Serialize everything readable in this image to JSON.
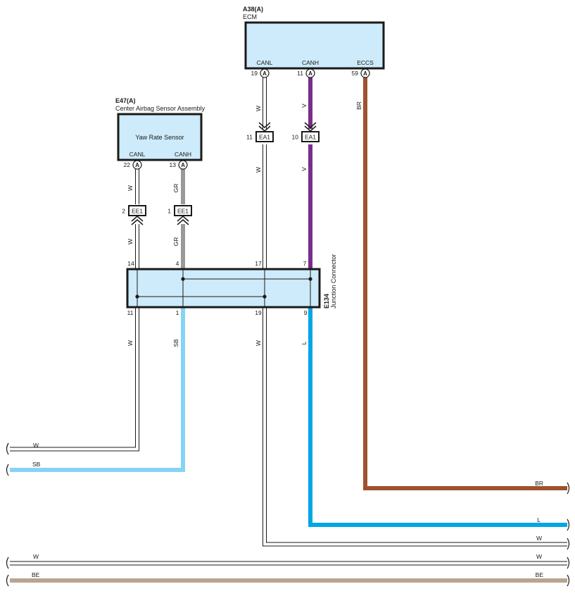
{
  "colors": {
    "W": "#ffffff",
    "V": "#7b2d8b",
    "BR": "#a0522d",
    "GR": "#999999",
    "SB": "#87d3f5",
    "L": "#00a6e6",
    "BE": "#b9a48f",
    "box_fill": "#cdebfa",
    "outline": "#1a1a1a"
  },
  "ecm": {
    "code": "A38(A)",
    "name": "ECM",
    "pins": {
      "canl": {
        "label": "CANL",
        "num": "19",
        "conn": "A"
      },
      "canh": {
        "label": "CANH",
        "num": "11",
        "conn": "A"
      },
      "eccs": {
        "label": "ECCS",
        "num": "59",
        "conn": "A"
      }
    }
  },
  "airbag": {
    "code": "E47(A)",
    "name": "Center Airbag Sensor Assembly",
    "inner": "Yaw Rate Sensor",
    "pins": {
      "canl": {
        "label": "CANL",
        "num": "22",
        "conn": "A"
      },
      "canh": {
        "label": "CANH",
        "num": "13",
        "conn": "A"
      }
    }
  },
  "junction": {
    "code": "E134",
    "name": "Junction Connector",
    "top_pins": [
      "14",
      "4",
      "17",
      "7"
    ],
    "bottom_pins": [
      "11",
      "1",
      "19",
      "9"
    ]
  },
  "connectors": {
    "ea1_canl": {
      "name": "EA1",
      "pin": "11"
    },
    "ea1_canh": {
      "name": "EA1",
      "pin": "10"
    },
    "ee1_canl": {
      "name": "EE1",
      "pin": "2"
    },
    "ee1_canh": {
      "name": "EE1",
      "pin": "1"
    }
  },
  "wire_labels": {
    "ecm_canl_upper": "W",
    "ecm_canl_lower": "W",
    "ecm_canh_upper": "V",
    "ecm_canh_lower": "V",
    "ecm_eccs": "BR",
    "ab_canl_upper": "W",
    "ab_canl_lower": "W",
    "ab_canh_upper": "GR",
    "ab_canh_lower": "GR",
    "jc_out_11": "W",
    "jc_out_1": "SB",
    "jc_out_19": "W",
    "jc_out_9": "L",
    "left_w": "W",
    "left_sb": "SB",
    "right_br": "BR",
    "right_l": "L",
    "right_w1": "W",
    "full_w_left": "W",
    "full_w_right": "W",
    "full_be_left": "BE",
    "full_be_right": "BE"
  }
}
